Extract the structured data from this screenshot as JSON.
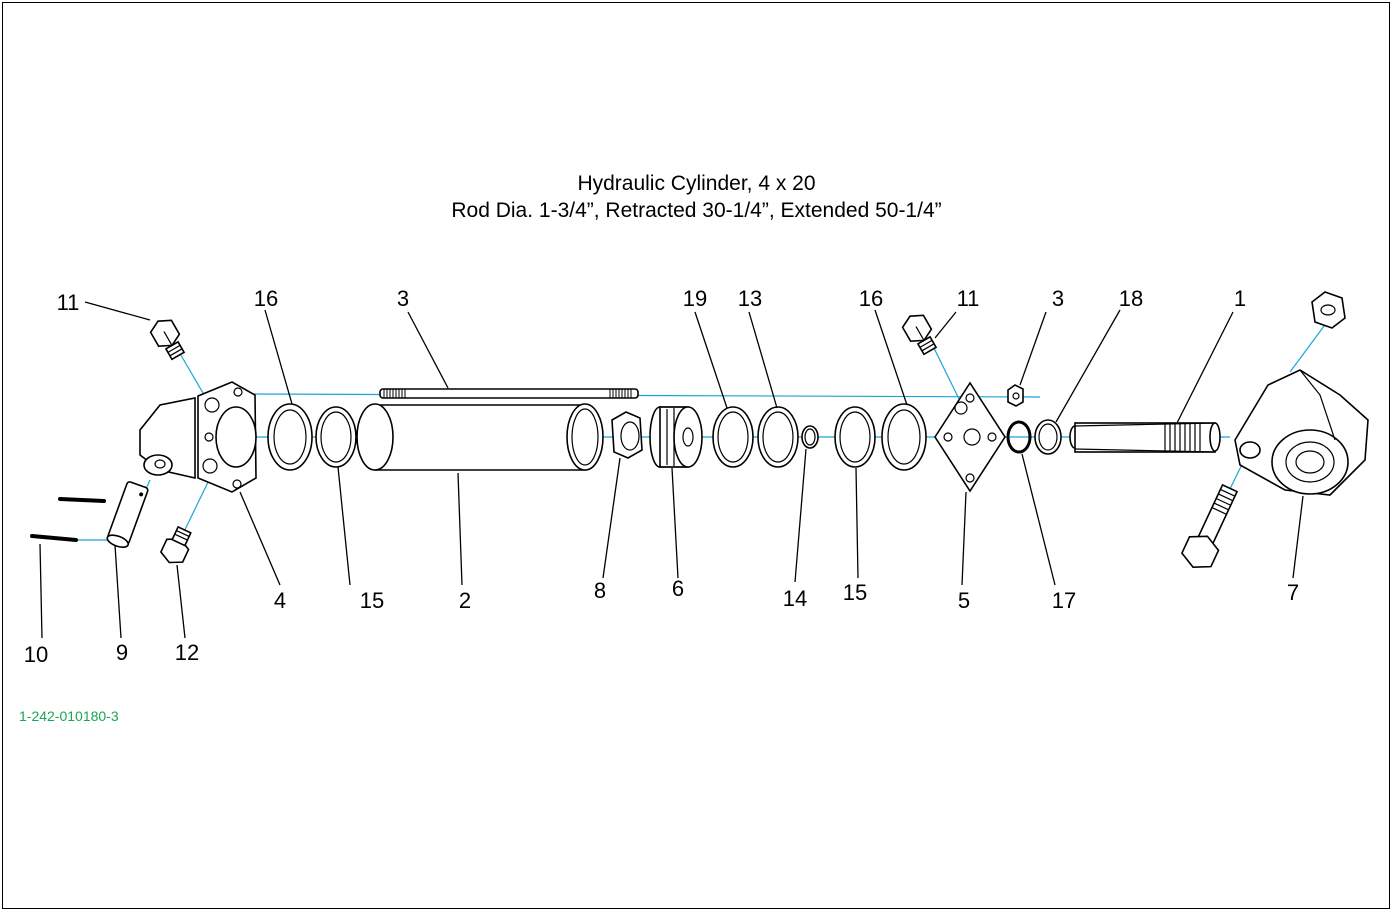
{
  "title": {
    "line1": "Hydraulic Cylinder, 4 x 20",
    "line2": "Rod Dia. 1-3/4”, Retracted 30-1/4”, Extended 50-1/4”"
  },
  "drawing_id": "1-242-010180-3",
  "colors": {
    "axis_line": "#1aa5d8",
    "drawing_id": "#1aa653",
    "line": "#000000"
  },
  "callouts": [
    {
      "id": "c11a",
      "label": "11"
    },
    {
      "id": "c16a",
      "label": "16"
    },
    {
      "id": "c3a",
      "label": "3"
    },
    {
      "id": "c19",
      "label": "19"
    },
    {
      "id": "c13",
      "label": "13"
    },
    {
      "id": "c16b",
      "label": "16"
    },
    {
      "id": "c11b",
      "label": "11"
    },
    {
      "id": "c3b",
      "label": "3"
    },
    {
      "id": "c18",
      "label": "18"
    },
    {
      "id": "c1",
      "label": "1"
    },
    {
      "id": "c4",
      "label": "4"
    },
    {
      "id": "c15a",
      "label": "15"
    },
    {
      "id": "c2",
      "label": "2"
    },
    {
      "id": "c8",
      "label": "8"
    },
    {
      "id": "c6",
      "label": "6"
    },
    {
      "id": "c14",
      "label": "14"
    },
    {
      "id": "c15b",
      "label": "15"
    },
    {
      "id": "c5",
      "label": "5"
    },
    {
      "id": "c17",
      "label": "17"
    },
    {
      "id": "c7",
      "label": "7"
    },
    {
      "id": "c10",
      "label": "10"
    },
    {
      "id": "c9",
      "label": "9"
    },
    {
      "id": "c12",
      "label": "12"
    }
  ]
}
